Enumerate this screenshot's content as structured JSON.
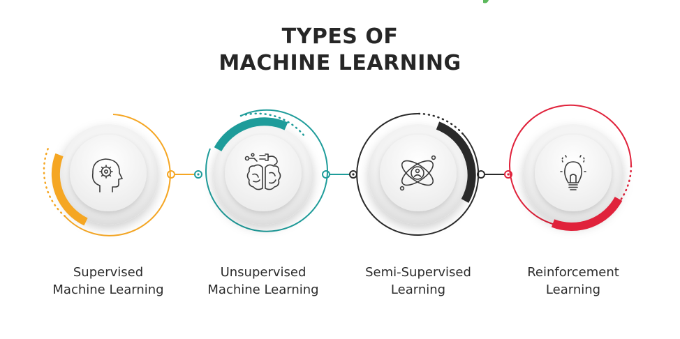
{
  "title": {
    "line1": "TYPES OF",
    "line2": "MACHINE LEARNING"
  },
  "colors": {
    "supervised": "#f5a623",
    "unsupervised": "#1e9c9a",
    "semi_supervised": "#2a2a2a",
    "reinforcement": "#e0223b",
    "text": "#262626",
    "disc": "#e9e9e9"
  },
  "categories": [
    {
      "id": "supervised",
      "label_line1": "Supervised",
      "label_line2": "Machine Learning",
      "icon": "head-gear-icon",
      "color": "#f5a623"
    },
    {
      "id": "unsupervised",
      "label_line1": "Unsupervised",
      "label_line2": "Machine Learning",
      "icon": "brain-circuit-icon",
      "color": "#1e9c9a"
    },
    {
      "id": "semi_supervised",
      "label_line1": "Semi-Supervised",
      "label_line2": "Learning",
      "icon": "atom-person-icon",
      "color": "#2a2a2a"
    },
    {
      "id": "reinforcement",
      "label_line1": "Reinforcement",
      "label_line2": "Learning",
      "icon": "lightbulb-icon",
      "color": "#e0223b"
    }
  ]
}
